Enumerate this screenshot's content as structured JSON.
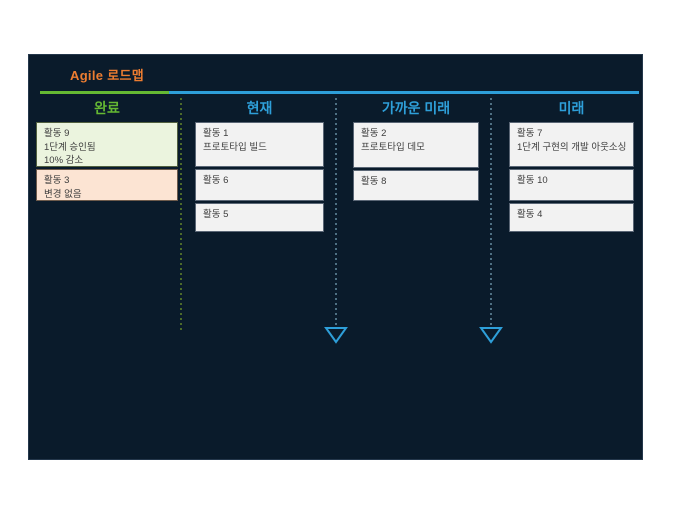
{
  "title": "Agile 로드맵",
  "columns": [
    {
      "label": "완료",
      "cards": [
        {
          "lines": [
            "활동 9",
            "1단계 승인됨",
            "10% 감소"
          ]
        },
        {
          "lines": [
            "활동 3",
            "변경 없음"
          ]
        }
      ]
    },
    {
      "label": "현재",
      "cards": [
        {
          "lines": [
            "활동 1",
            "프로토타입 빌드"
          ]
        },
        {
          "lines": [
            "활동 6"
          ]
        },
        {
          "lines": [
            "활동 5"
          ]
        }
      ]
    },
    {
      "label": "가까운 미래",
      "cards": [
        {
          "lines": [
            "활동 2",
            "프로토타입 데모"
          ]
        },
        {
          "lines": [
            "활동 8"
          ]
        }
      ]
    },
    {
      "label": "미래",
      "cards": [
        {
          "lines": [
            "활동 7",
            "1단계 구현의 개발 아웃소싱"
          ]
        },
        {
          "lines": [
            "활동 10"
          ]
        },
        {
          "lines": [
            "활동 4"
          ]
        }
      ]
    }
  ],
  "colors": {
    "canvas_bg": "#0a1b2b",
    "title_orange": "#ed7d31",
    "accent_green": "#65b933",
    "accent_blue": "#2e9fd9",
    "card_green_bg": "#ebf4de",
    "card_peach_bg": "#fce4d3",
    "card_gray_bg": "#f2f2f2",
    "dotted_green": "#4c6b2a",
    "dotted_blue_gray": "#4f7184"
  }
}
